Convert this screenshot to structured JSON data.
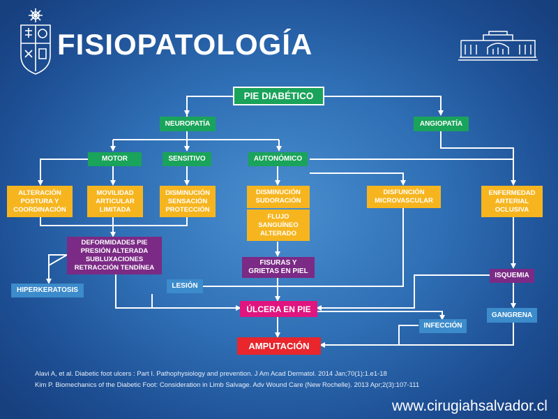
{
  "title": "FISIOPATOLOGÍA",
  "nodes": {
    "pie_diabetico": "PIE DIABÉTICO",
    "neuropatia": "NEUROPATÍA",
    "angiopatia": "ANGIOPATÍA",
    "motor": "MOTOR",
    "sensitivo": "SENSITIVO",
    "autonomico": "AUTONÓMICO",
    "alteracion": "ALTERACIÓN\nPOSTURA Y\nCOORDINACIÓN",
    "movilidad": "MOVILIDAD\nARTICULAR\nLIMITADA",
    "disminucion_sensacion": "DISMINUCIÓN\nSENSACIÓN\nPROTECCIÓN",
    "disminucion_sudoracion": "DISMINUCIÓN\nSUDORACIÓN",
    "flujo": "FLUJO\nSANGUÍNEO\nALTERADO",
    "disfuncion": "DISFUNCIÓN\nMICROVASCULAR",
    "enfermedad": "ENFERMEDAD\nARTERIAL\nOCLUSIVA",
    "deformidades": "DEFORMIDADES PIE\nPRESIÓN ALTERADA\nSUBLUXACIONES\nRETRACCIÓN TENDÍNEA",
    "hiperkeratosis": "HIPERKERATOSIS",
    "lesion": "LESIÓN",
    "fisuras": "FISURAS Y\nGRIETAS EN PIEL",
    "isquemia": "ISQUEMIA",
    "ulcera": "ÚLCERA EN PIE",
    "gangrena": "GANGRENA",
    "infeccion": "INFECCIÓN",
    "amputacion": "AMPUTACIÓN"
  },
  "references": [
    "Alavi A, et al. Diabetic foot ulcers : Part I. Pathophysiology and prevention. J Am Acad Dermatol. 2014 Jan;70(1):1.e1-18",
    "Kim P. Biomechanics of the Diabetic Foot: Consideration in Limb Salvage. Adv Wound Care (New Rochelle). 2013 Apr;2(3):107-111"
  ],
  "website": "www.cirugiahsalvador.cl",
  "colors": {
    "background": "#2f6fb5",
    "green": "#1aa35a",
    "yellow": "#f6b51f",
    "purple": "#7b2a85",
    "light_blue": "#3c8bcb",
    "magenta": "#e0157f",
    "red": "#e8262c",
    "wire": "#ffffff"
  },
  "icons": [
    "university-crest-icon",
    "building-facade-icon"
  ]
}
